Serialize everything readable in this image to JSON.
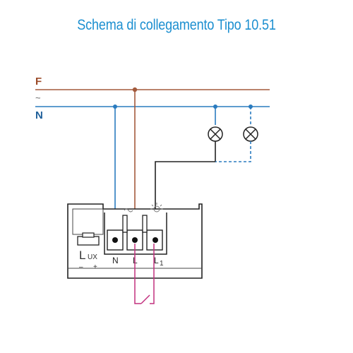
{
  "title": "Schema di collegamento Tipo 10.51",
  "lines": {
    "phase_label": "F",
    "ac_label": "~",
    "neutral_label": "N"
  },
  "device": {
    "lux_label": "L",
    "lux_sub": "UX",
    "minus": "–",
    "plus": "+",
    "terminal_n": "N",
    "terminal_l": "L",
    "terminal_l1": "L",
    "terminal_l1_sub": "1"
  },
  "colors": {
    "phase": "#a35a3c",
    "neutral": "#2a7bbf",
    "load": "#222222",
    "switch": "#c2307f",
    "title": "#1c8fd0"
  }
}
